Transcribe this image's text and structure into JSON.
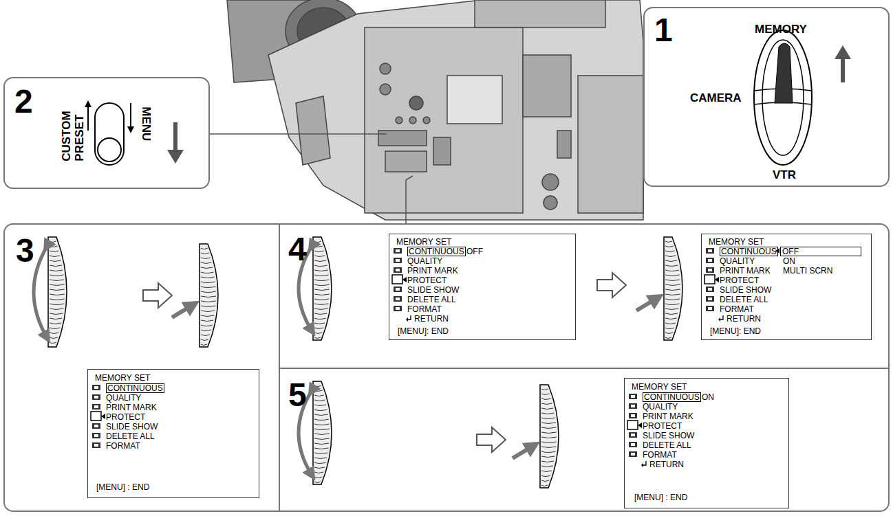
{
  "diagram": {
    "nodes": [
      {
        "text": [
          "1",
          "MEMORY",
          "CAMERA",
          "VTR"
        ]
      },
      {
        "text": [
          "2",
          "CUSTOM PRESET",
          "MENU"
        ]
      },
      {
        "text": [
          "3"
        ]
      },
      {
        "text": [
          "MEMORY SET",
          "CONTINUOUS",
          "QUALITY",
          "PRINT MARK",
          "PROTECT",
          "SLIDE SHOW",
          "DELETE ALL",
          "FORMAT",
          "[MENU] : END"
        ],
        "in": 2
      },
      {
        "text": [
          "4"
        ]
      },
      {
        "text": [
          "MEMORY SET",
          "CONTINUOUS",
          "OFF",
          "QUALITY",
          "PRINT MARK",
          "PROTECT",
          "SLIDE SHOW",
          "DELETE ALL",
          "FORMAT",
          "RETURN",
          "[MENU]: END"
        ],
        "in": 4
      },
      {
        "text": [
          "MEMORY SET",
          "CONTINUOUS",
          "OFF",
          "QUALITY",
          "ON",
          "PRINT MARK",
          "MULTI SCRN",
          "PROTECT",
          "SLIDE SHOW",
          "DELETE ALL",
          "FORMAT",
          "RETURN",
          "[MENU]: END"
        ],
        "in": 4
      },
      {
        "text": [
          "5"
        ]
      },
      {
        "text": [
          "MEMORY SET",
          "CONTINUOUS",
          "ON",
          "QUALITY",
          "PRINT MARK",
          "PROTECT",
          "SLIDE SHOW",
          "DELETE ALL",
          "FORMAT",
          "RETURN",
          "[MENU] : END"
        ],
        "in": 7
      }
    ]
  }
}
